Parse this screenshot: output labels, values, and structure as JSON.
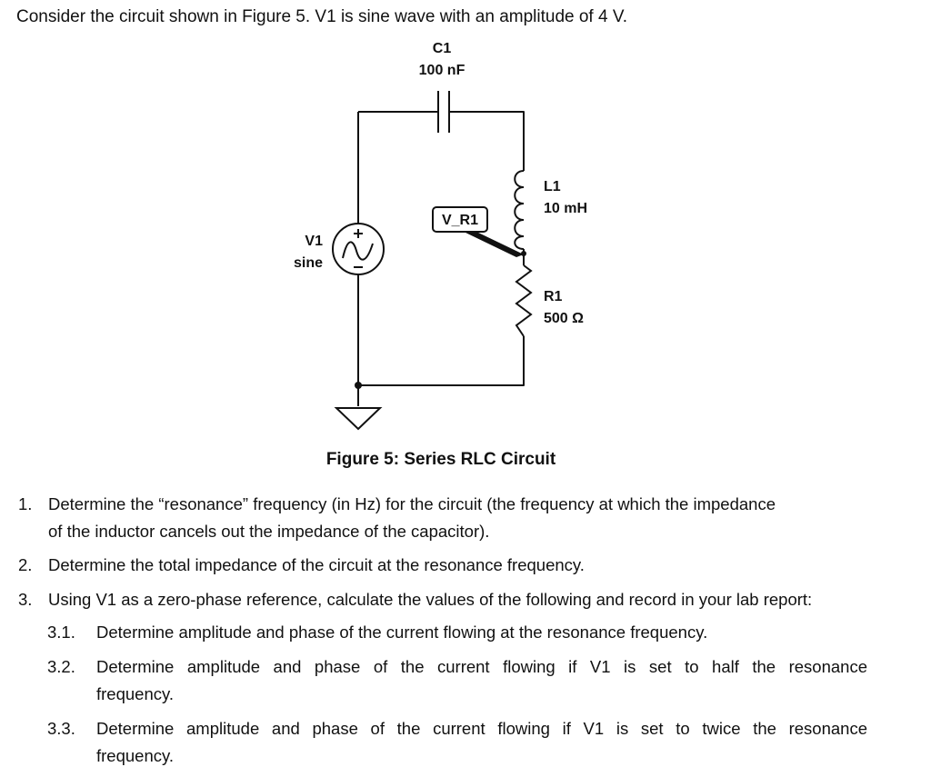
{
  "intro": "Consider the circuit shown in Figure 5.  V1 is sine wave with an amplitude of 4 V.",
  "figure": {
    "c1": {
      "name": "C1",
      "value": "100 nF"
    },
    "l1": {
      "name": "L1",
      "value": "10 mH"
    },
    "r1": {
      "name": "R1",
      "value": "500 Ω"
    },
    "v1": {
      "name": "V1",
      "type": "sine"
    },
    "probe": "V_R1",
    "caption": "Figure 5:  Series RLC Circuit"
  },
  "questions": [
    {
      "num": "1.",
      "line1": "Determine the “resonance” frequency (in Hz) for the circuit (the frequency at which the impedance",
      "line2": "of the inductor cancels out the impedance of the capacitor)."
    },
    {
      "num": "2.",
      "line1": "Determine the total impedance of the circuit at the resonance frequency."
    },
    {
      "num": "3.",
      "line1": "Using V1 as a zero-phase reference, calculate the values of the following and record in your lab report:",
      "sub": [
        {
          "num": "3.1.",
          "line1": "Determine amplitude and phase of the current flowing at the resonance frequency."
        },
        {
          "num": "3.2.",
          "line1": "Determine amplitude and phase of the current flowing if V1 is set to half the resonance",
          "line2": "frequency."
        },
        {
          "num": "3.3.",
          "line1": "Determine amplitude and phase of the current flowing if V1 is set to twice the resonance",
          "line2": "frequency."
        }
      ]
    }
  ]
}
